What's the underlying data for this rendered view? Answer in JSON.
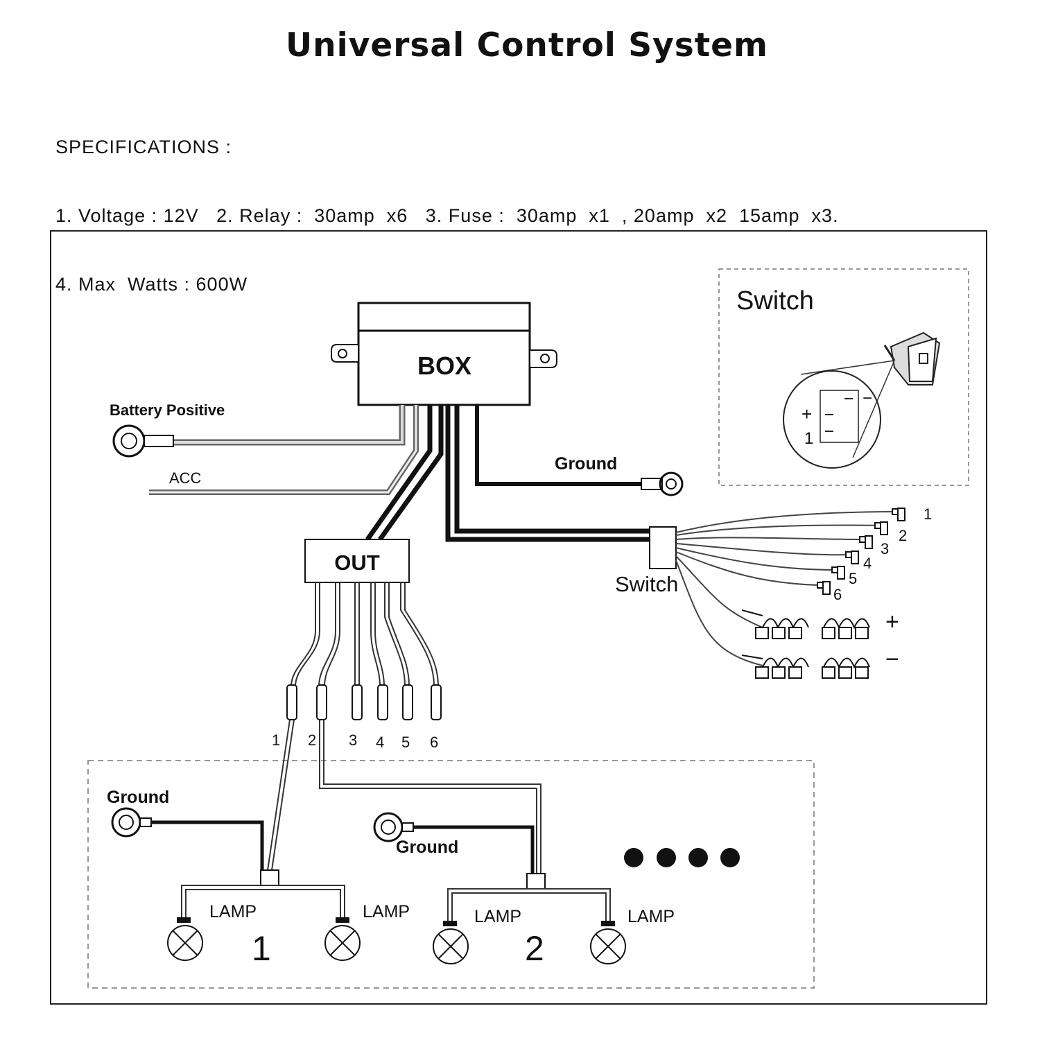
{
  "title": "Universal Control System",
  "specs": {
    "heading": "SPECIFICATIONS :",
    "line1": "1. Voltage : 12V   2. Relay :  30amp  x6   3. Fuse :  30amp  x1  , 20amp  x2  15amp  x3.",
    "line2": "4. Max  Watts : 600W"
  },
  "labels": {
    "box": "BOX",
    "out": "OUT",
    "battery_positive": "Battery Positive",
    "acc": "ACC",
    "ground": "Ground",
    "switch": "Switch",
    "switch_panel_title": "Switch",
    "plus": "+",
    "minus": "−",
    "lamp": "LAMP",
    "group1": "1",
    "group2": "2"
  },
  "switch_pins": [
    "+",
    "1"
  ],
  "switch_outputs": [
    "1",
    "2",
    "3",
    "4",
    "5",
    "6"
  ],
  "out_channels": [
    "1",
    "2",
    "3",
    "4",
    "5",
    "6"
  ]
}
